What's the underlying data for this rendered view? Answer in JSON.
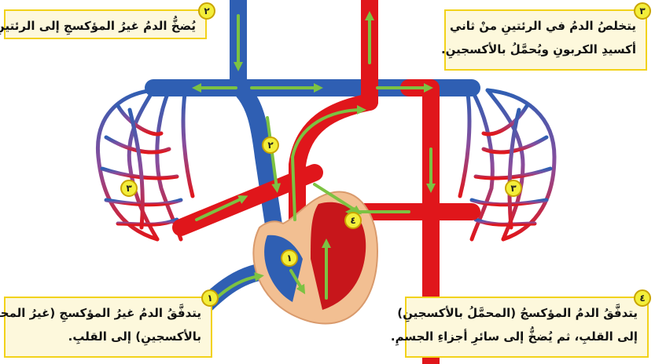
{
  "callouts": {
    "c2": {
      "num": "٢",
      "line1": "يُضخُّ الدمُ غيرُ المؤكسجِ إلى الرئتينِ."
    },
    "c3": {
      "num": "٣",
      "line1": "يتخلصُ الدمُ في الرئتينِ منْ ثاني",
      "line2": "أكسيدِ الكربونِ ويُحمَّلُ بالأكسجينِ."
    },
    "c1": {
      "num": "١",
      "line1": "يتدفَّقُ الدمُ غيرُ المؤكسجِ (غيرُ المحمَّلِ",
      "line2": "بالأكسجينِ) إلى القلبِ."
    },
    "c4": {
      "num": "٤",
      "line1": "يتدفَّقُ الدمُ المؤكسجُ (المحمَّلُ بالأكسجينِ)",
      "line2": "إلى القلبِ، ثم يُضخُّ إلى سائرِ أجزاءِ الجسمِ."
    }
  },
  "markers": {
    "lung_left": "٣",
    "lung_right": "٣",
    "pulmonary": "٢",
    "heart_right": "١",
    "heart_left": "٤"
  },
  "colors": {
    "deoxygenated": "#2f5fb3",
    "oxygenated": "#e0161b",
    "flow_arrow": "#7cc242",
    "callout_border": "#f2d21a",
    "callout_fill": "#fdf8dc",
    "marker_fill": "#f3ee3a"
  }
}
